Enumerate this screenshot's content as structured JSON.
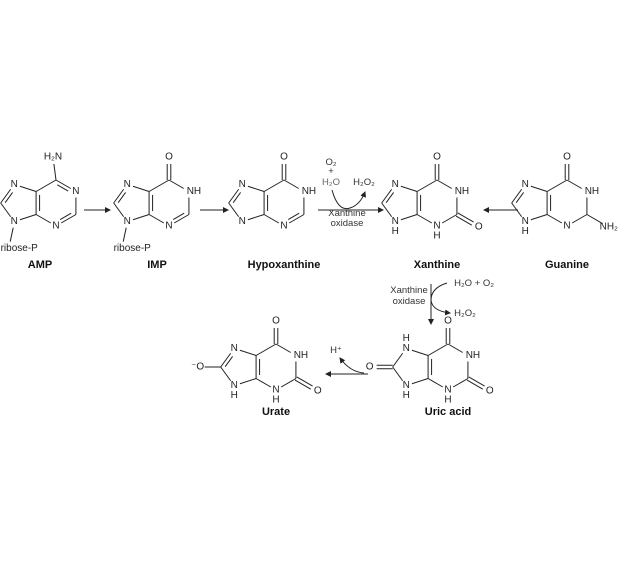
{
  "molecules": {
    "amp": {
      "name": "AMP",
      "atoms": {
        "1": "N",
        "3": "N",
        "6": "N",
        "8": "N"
      },
      "sub": {
        "top": "H₂N",
        "ribose": "ribose-P"
      }
    },
    "imp": {
      "name": "IMP",
      "atoms": {
        "1": "NH",
        "3": "N",
        "6": "N",
        "8": "N"
      },
      "sub": {
        "top": "O",
        "ribose": "ribose-P"
      }
    },
    "hyp": {
      "name": "Hypoxanthine",
      "atoms": {
        "1": "NH",
        "3": "N",
        "6": "N",
        "8": "N"
      },
      "sub": {
        "top": "O"
      }
    },
    "xan": {
      "name": "Xanthine",
      "atoms": {
        "1": "NH",
        "3": "N",
        "6": "N",
        "8": "N"
      },
      "h": {
        "3": "H",
        "8": "H"
      },
      "sub": {
        "top": "O",
        "c2": "O"
      }
    },
    "gua": {
      "name": "Guanine",
      "atoms": {
        "1": "NH",
        "3": "N",
        "6": "N",
        "8": "N"
      },
      "h": {
        "8": "H"
      },
      "sub": {
        "top": "O",
        "c2": "NH₂"
      }
    },
    "uric": {
      "name": "Uric acid",
      "atoms": {
        "1": "NH",
        "3": "N",
        "6": "N",
        "8": "N"
      },
      "h": {
        "3": "H",
        "6": "H",
        "8": "H"
      },
      "sub": {
        "top": "O",
        "c2": "O",
        "c8": "O"
      }
    },
    "urate": {
      "name": "Urate",
      "atoms": {
        "1": "NH",
        "3": "N",
        "6": "N",
        "8": "N"
      },
      "h": {
        "3": "H",
        "8": "H"
      },
      "sub": {
        "top": "O",
        "c2": "O",
        "c8": "⁻O"
      }
    }
  },
  "reactions": {
    "r3": {
      "in1": "O₂",
      "plus": "+",
      "in2": "H₂O",
      "out": "H₂O₂",
      "enzyme1": "Xanthine",
      "enzyme2": "oxidase"
    },
    "r5": {
      "in": "H₂O + O₂",
      "out": "H₂O₂",
      "enzyme1": "Xanthine",
      "enzyme2": "oxidase"
    },
    "r6": {
      "out": "H⁺"
    }
  }
}
